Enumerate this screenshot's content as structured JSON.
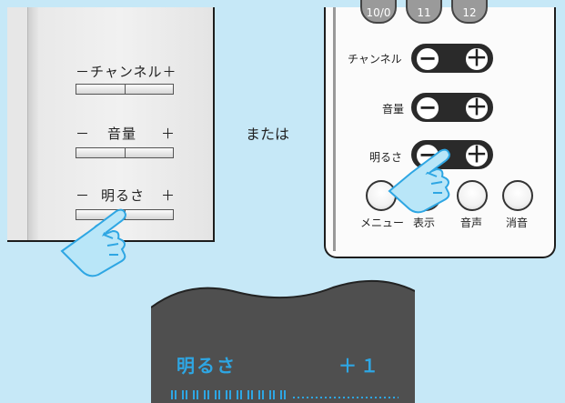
{
  "left_remote": {
    "channel_label": "－チャンネル＋",
    "volume_minus": "－",
    "volume_label": "音量",
    "volume_plus": "＋",
    "brightness_minus": "－",
    "brightness_label": "明るさ",
    "brightness_plus": "＋"
  },
  "or_label": "または",
  "right_remote": {
    "top_keys": [
      "10/0",
      "11",
      "12"
    ],
    "channel_label": "チャンネル",
    "volume_label": "音量",
    "brightness_label": "明るさ",
    "minus_symbol": "−",
    "plus_symbol": "＋",
    "buttons": [
      "メニュー",
      "表示",
      "音声",
      "消音"
    ]
  },
  "screen": {
    "title": "明るさ",
    "value": "＋１",
    "level_fraction": 0.52
  },
  "colors": {
    "background": "#c6e8f7",
    "screen_text": "#2ea6e3",
    "hand_fill": "#b9e6f8",
    "screen_bg": "#4f4f4f"
  },
  "icons": [
    "pointing-hand-icon"
  ]
}
